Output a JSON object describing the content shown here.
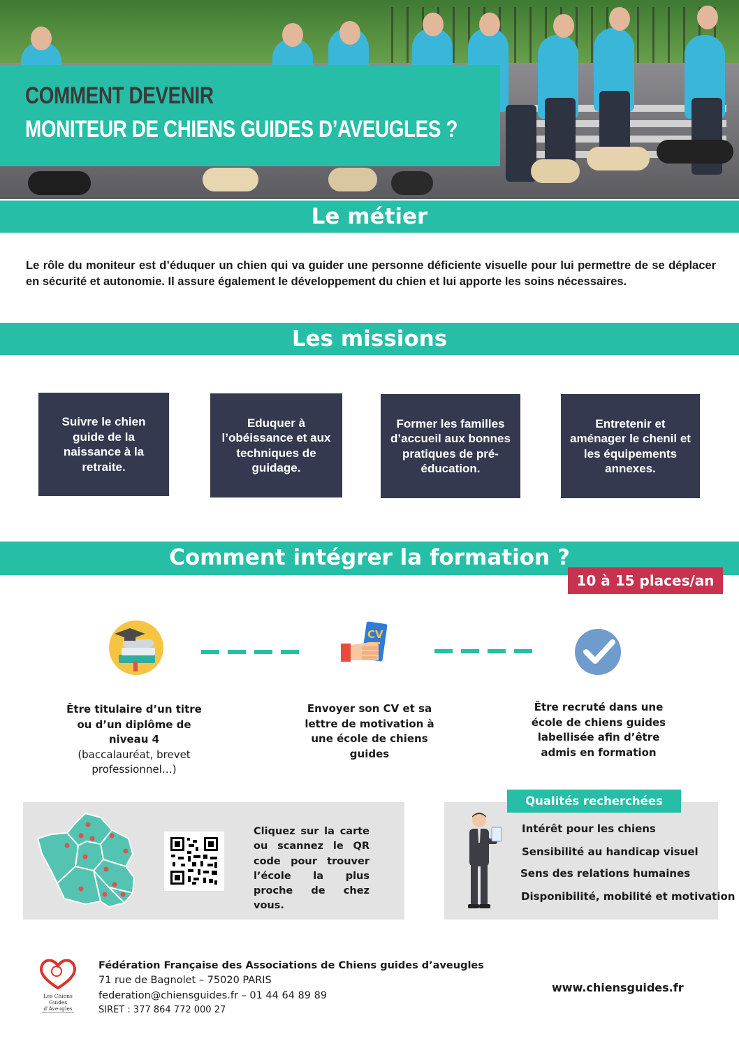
{
  "header": {
    "title_line1": "COMMENT DEVENIR",
    "title_line2": "MONITEUR DE CHIENS GUIDES D’AVEUGLES ?"
  },
  "metier": {
    "heading": "Le métier",
    "text": "Le rôle du moniteur est d’éduquer un chien qui va guider une personne déficiente visuelle pour lui permettre de se déplacer en  sécurité et autonomie. Il assure également le développement du chien et lui apporte les soins nécessaires."
  },
  "missions": {
    "heading": "Les missions",
    "items": [
      "Suivre le chien guide de la naissance à la retraite.",
      "Eduquer à l’obéissance et aux techniques de guidage.",
      "Former les familles d’accueil aux bonnes pratiques de pré-éducation.",
      "Entretenir et aménager le chenil et les équipements annexes."
    ]
  },
  "formation": {
    "heading": "Comment intégrer la formation ?",
    "places_badge": "10 à 15 places/an",
    "cv_label": "CV",
    "steps": [
      {
        "bold": "Être titulaire d’un titre ou d’un diplôme de niveau 4",
        "normal": "(baccalauréat, brevet professionnel…)"
      },
      {
        "bold": "Envoyer son CV et sa lettre de motivation à une école de chiens guides",
        "normal": ""
      },
      {
        "bold": "Être recruté dans une école de chiens guides labellisée afin d’être admis en formation",
        "normal": ""
      }
    ]
  },
  "map_section": {
    "text": "Cliquez sur la carte ou scannez le QR code pour trouver l’école la plus proche de chez vous."
  },
  "qualities": {
    "title": "Qualités recherchées",
    "items": [
      "Intérêt pour les chiens",
      "Sensibilité au handicap visuel",
      "Sens des relations humaines",
      "Disponibilité, mobilité et motivation"
    ]
  },
  "footer": {
    "logo_text_1": "Les Chiens",
    "logo_text_2": "Guides",
    "logo_text_3": "d’Aveugles",
    "org_name": "Fédération Française des Associations de Chiens guides d’aveugles",
    "address": "71 rue de Bagnolet – 75020 PARIS",
    "contact": "federation@chiensguides.fr – 01 44 64 89 89",
    "siret": "SIRET :  377 864 772 000 27",
    "website": "www.chiensguides.fr"
  },
  "colors": {
    "teal": "#26bea7",
    "navy": "#34394f",
    "red": "#c8324f",
    "grey_box": "#e3e3e3"
  }
}
